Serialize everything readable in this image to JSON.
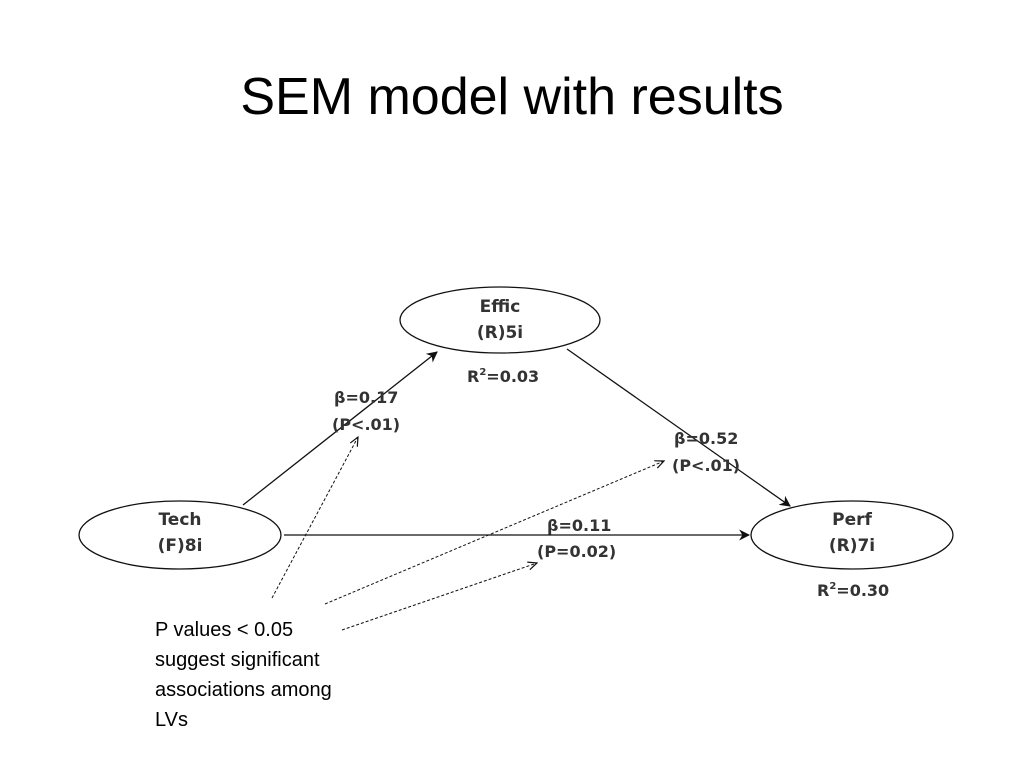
{
  "slide": {
    "title": "SEM model with results"
  },
  "nodes": {
    "effic": {
      "name": "Effic",
      "code": "(R)5i",
      "r2_label": "R",
      "r2_sup": "2",
      "r2_value": "=0.03"
    },
    "tech": {
      "name": "Tech",
      "code": "(F)8i"
    },
    "perf": {
      "name": "Perf",
      "code": "(R)7i",
      "r2_label": "R",
      "r2_sup": "2",
      "r2_value": "=0.30"
    }
  },
  "paths": {
    "tech_effic": {
      "beta": "β=0.17",
      "p": "(P<.01)"
    },
    "effic_perf": {
      "beta": "β=0.52",
      "p": "(P<.01)"
    },
    "tech_perf": {
      "beta": "β=0.11",
      "p": "(P=0.02)"
    }
  },
  "note": {
    "lines": [
      "P values < 0.05",
      "suggest significant",
      "associations among",
      "LVs"
    ]
  }
}
